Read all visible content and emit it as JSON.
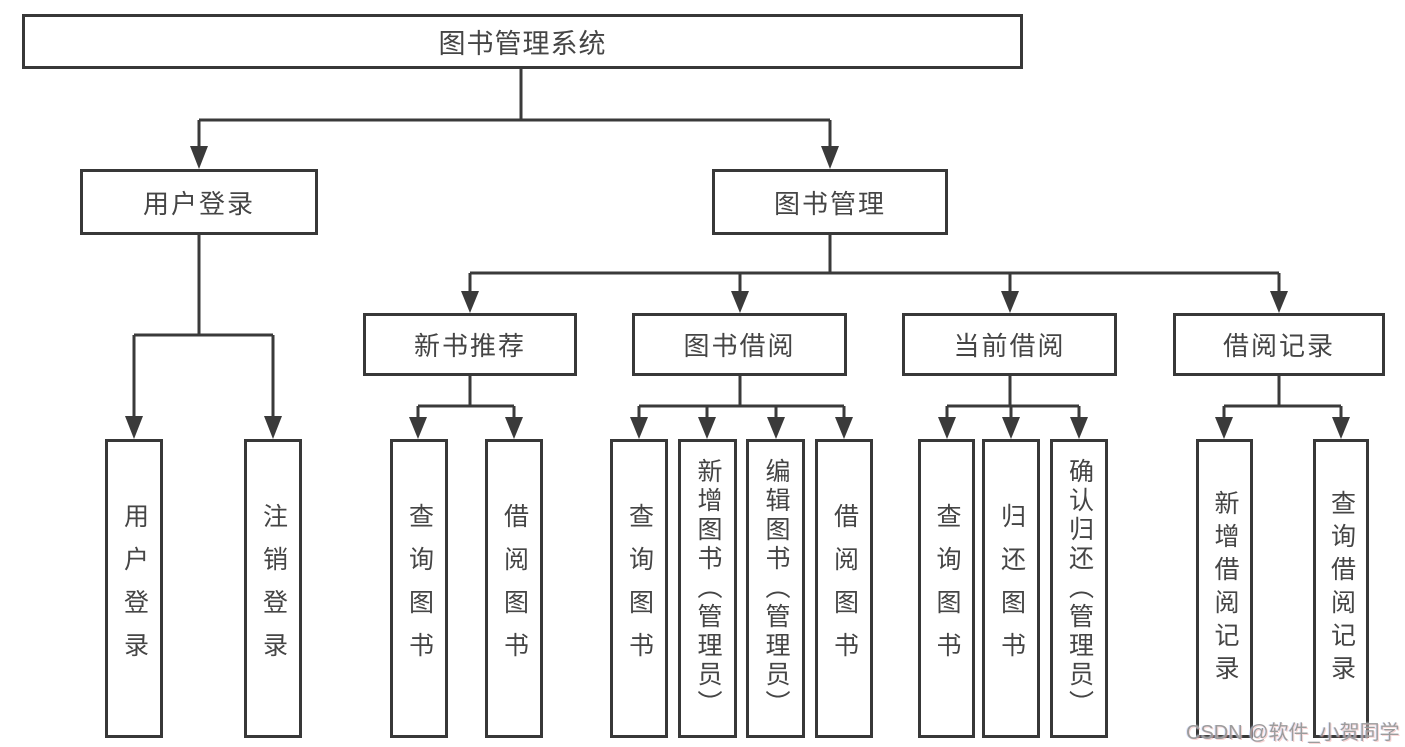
{
  "tree": {
    "root": "图书管理系统",
    "children": [
      {
        "label": "用户登录",
        "children": [
          "用户登录",
          "注销登录"
        ]
      },
      {
        "label": "图书管理",
        "children": [
          {
            "label": "新书推荐",
            "children": [
              "查询图书",
              "借阅图书"
            ]
          },
          {
            "label": "图书借阅",
            "children": [
              "查询图书",
              "新增图书（管理员）",
              "编辑图书（管理员）",
              "借阅图书"
            ]
          },
          {
            "label": "当前借阅",
            "children": [
              "查询图书",
              "归还图书",
              "确认归还（管理员）"
            ]
          },
          {
            "label": "借阅记录",
            "children": [
              "新增借阅记录",
              "查询借阅记录"
            ]
          }
        ]
      }
    ]
  },
  "watermark": {
    "text": "CSDN @软件_小贺同学"
  },
  "colors": {
    "line": "#3a3a3a",
    "text": "#454545",
    "box_background": "#ffffff",
    "page_background": "#ffffff",
    "watermark": "#9c9c9c"
  }
}
